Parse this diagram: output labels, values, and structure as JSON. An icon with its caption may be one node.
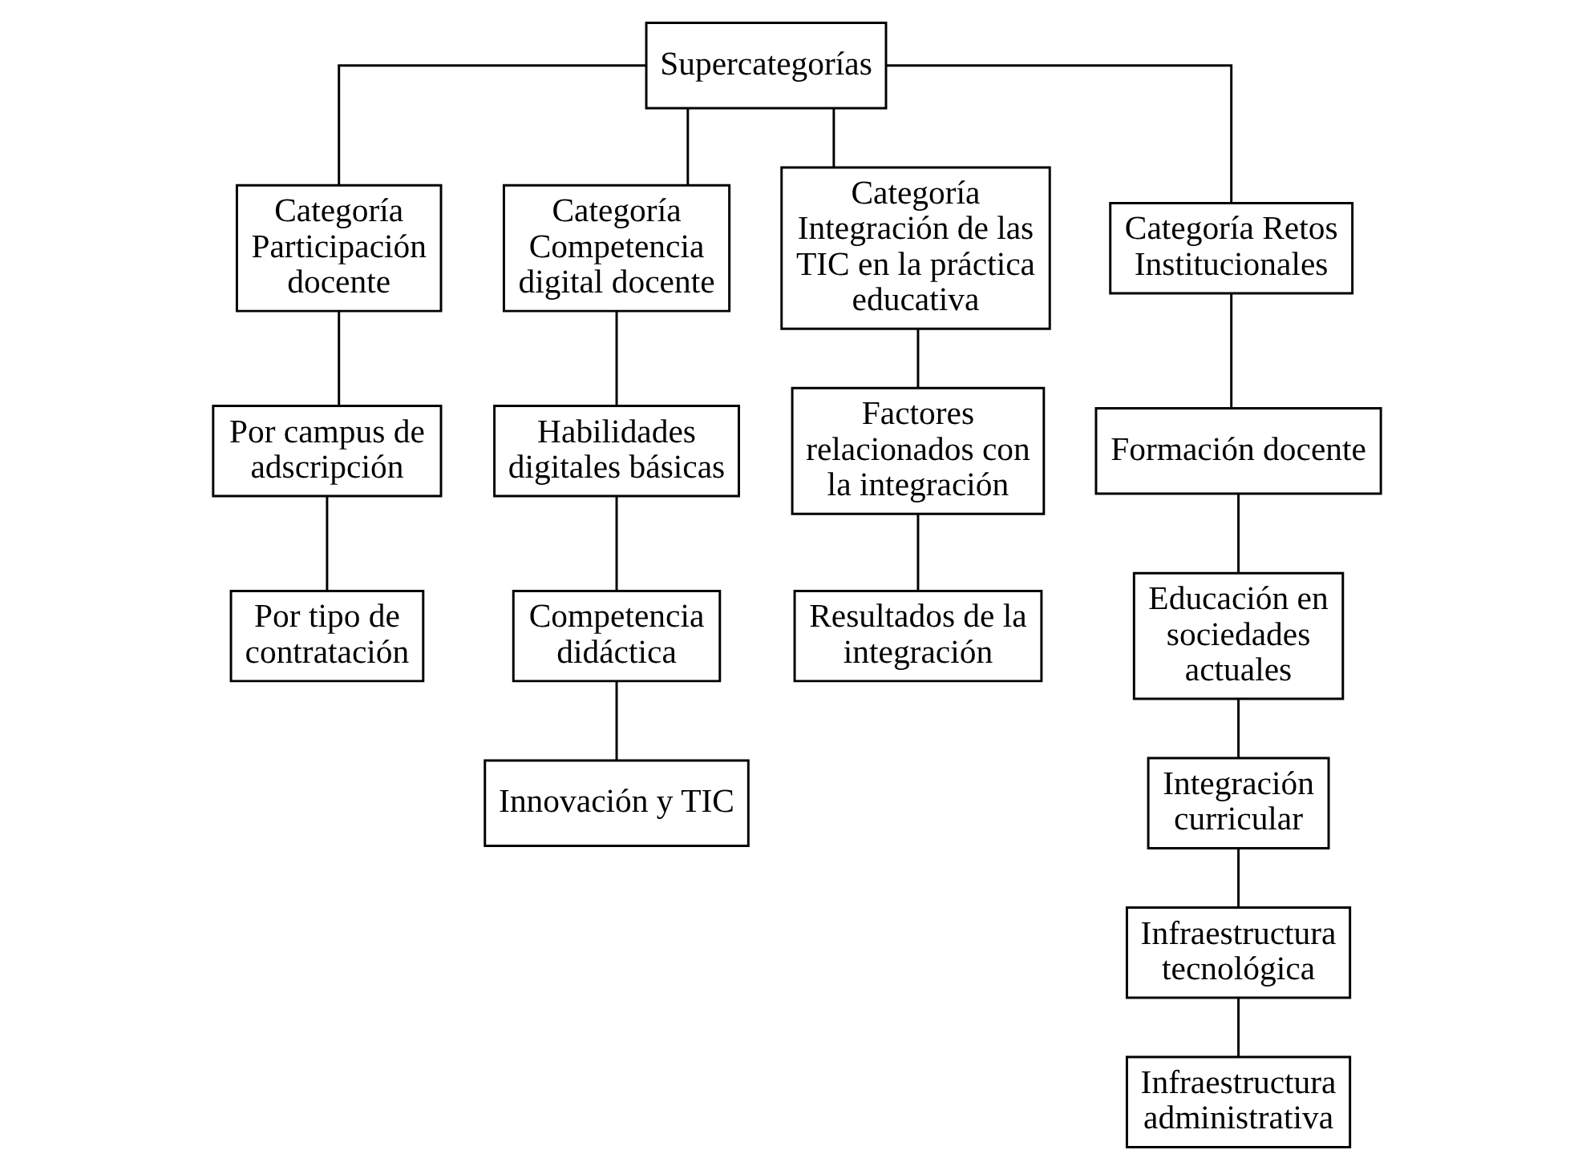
{
  "diagram": {
    "nodes": [
      {
        "text": [
          "Supercategorías"
        ]
      },
      {
        "text": [
          "Categoría Participación docente"
        ]
      },
      {
        "text": [
          "Categoría Competencia digital docente"
        ]
      },
      {
        "text": [
          "Categoría Integración de las TIC en la práctica educativa"
        ]
      },
      {
        "text": [
          "Categoría Retos Institucionales"
        ]
      },
      {
        "text": [
          "Por campus de adscripción"
        ]
      },
      {
        "text": [
          "Por tipo de contratación"
        ]
      },
      {
        "text": [
          "Habilidades digitales básicas"
        ]
      },
      {
        "text": [
          "Competencia didáctica"
        ]
      },
      {
        "text": [
          "Innovación y TIC"
        ]
      },
      {
        "text": [
          "Factores relacionados con la integración"
        ]
      },
      {
        "text": [
          "Resultados de la integración"
        ]
      },
      {
        "text": [
          "Formación docente"
        ]
      },
      {
        "text": [
          "Educación en sociedades actuales"
        ]
      },
      {
        "text": [
          "Integración curricular"
        ]
      },
      {
        "text": [
          "Infraestructura tecnológica"
        ]
      },
      {
        "text": [
          "Infraestructura administrativa"
        ]
      }
    ],
    "edges": [
      {
        "from": 0,
        "to": 1,
        "arrow": "none"
      },
      {
        "from": 0,
        "to": 2,
        "arrow": "none"
      },
      {
        "from": 0,
        "to": 3,
        "arrow": "none"
      },
      {
        "from": 0,
        "to": 4,
        "arrow": "none"
      },
      {
        "from": 1,
        "to": 5,
        "arrow": "none"
      },
      {
        "from": 5,
        "to": 6,
        "arrow": "none"
      },
      {
        "from": 2,
        "to": 7,
        "arrow": "none"
      },
      {
        "from": 7,
        "to": 8,
        "arrow": "none"
      },
      {
        "from": 8,
        "to": 9,
        "arrow": "none"
      },
      {
        "from": 3,
        "to": 10,
        "arrow": "none"
      },
      {
        "from": 10,
        "to": 11,
        "arrow": "none"
      },
      {
        "from": 4,
        "to": 12,
        "arrow": "none"
      },
      {
        "from": 12,
        "to": 13,
        "arrow": "none"
      },
      {
        "from": 13,
        "to": 14,
        "arrow": "none"
      },
      {
        "from": 14,
        "to": 15,
        "arrow": "none"
      },
      {
        "from": 15,
        "to": 16,
        "arrow": "none"
      }
    ]
  }
}
